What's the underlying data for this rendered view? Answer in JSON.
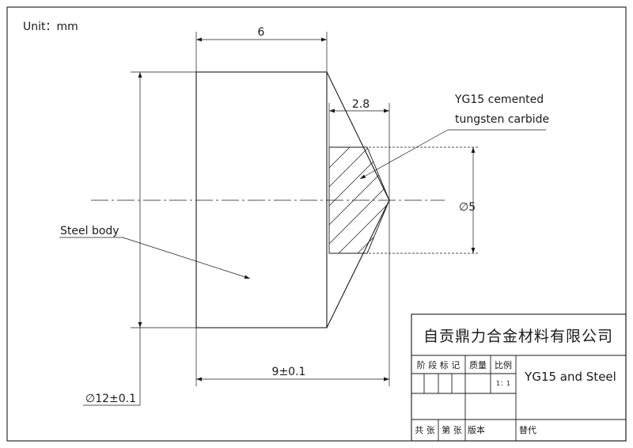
{
  "drawing": {
    "unit_label": "Unit：mm",
    "dimensions": {
      "top_length": "6",
      "chamfer_length": "2.8",
      "total_length": "9±0.1",
      "body_diameter": "∅12±0.1",
      "tip_diameter": "∅5"
    },
    "callouts": {
      "carbide_line1": "YG15 cemented",
      "carbide_line2": "tungsten carbide",
      "steel": "Steel body"
    }
  },
  "title_block": {
    "company": "自贡鼎力合金材料有限公司",
    "stage_mark": "阶 段 标 记",
    "weight": "质量",
    "scale_label": "比例",
    "scale_value": "1：1",
    "drawing_title": "YG15 and Steel",
    "sheet_total": "共 张",
    "sheet_number": "第 张",
    "version": "版本",
    "supersede": "替代"
  }
}
